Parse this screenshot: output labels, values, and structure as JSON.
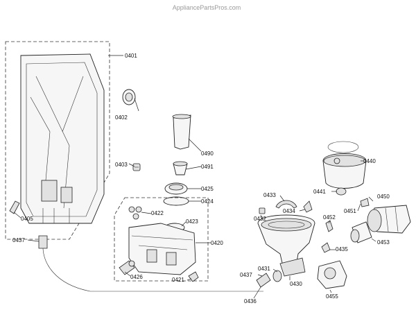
{
  "watermark": "AppliancePartsPros.com",
  "labels": {
    "p0401": "0401",
    "p0402": "0402",
    "p0403": "0403",
    "p0405": "0405",
    "p0437a": "0437",
    "p0490": "0490",
    "p0491": "0491",
    "p0425": "0425",
    "p0424": "0424",
    "p0422": "0422",
    "p0423": "0423",
    "p0420": "0420",
    "p0426": "0426",
    "p0421": "0421",
    "p0433": "0433",
    "p0434": "0434",
    "p0432": "0432",
    "p0452": "0452",
    "p0440": "0440",
    "p0441": "0441",
    "p0450": "0450",
    "p0451": "0451",
    "p0453": "0453",
    "p0435": "0435",
    "p0431": "0431",
    "p0437b": "0437",
    "p0430": "0430",
    "p0436": "0436",
    "p0455": "0455"
  }
}
